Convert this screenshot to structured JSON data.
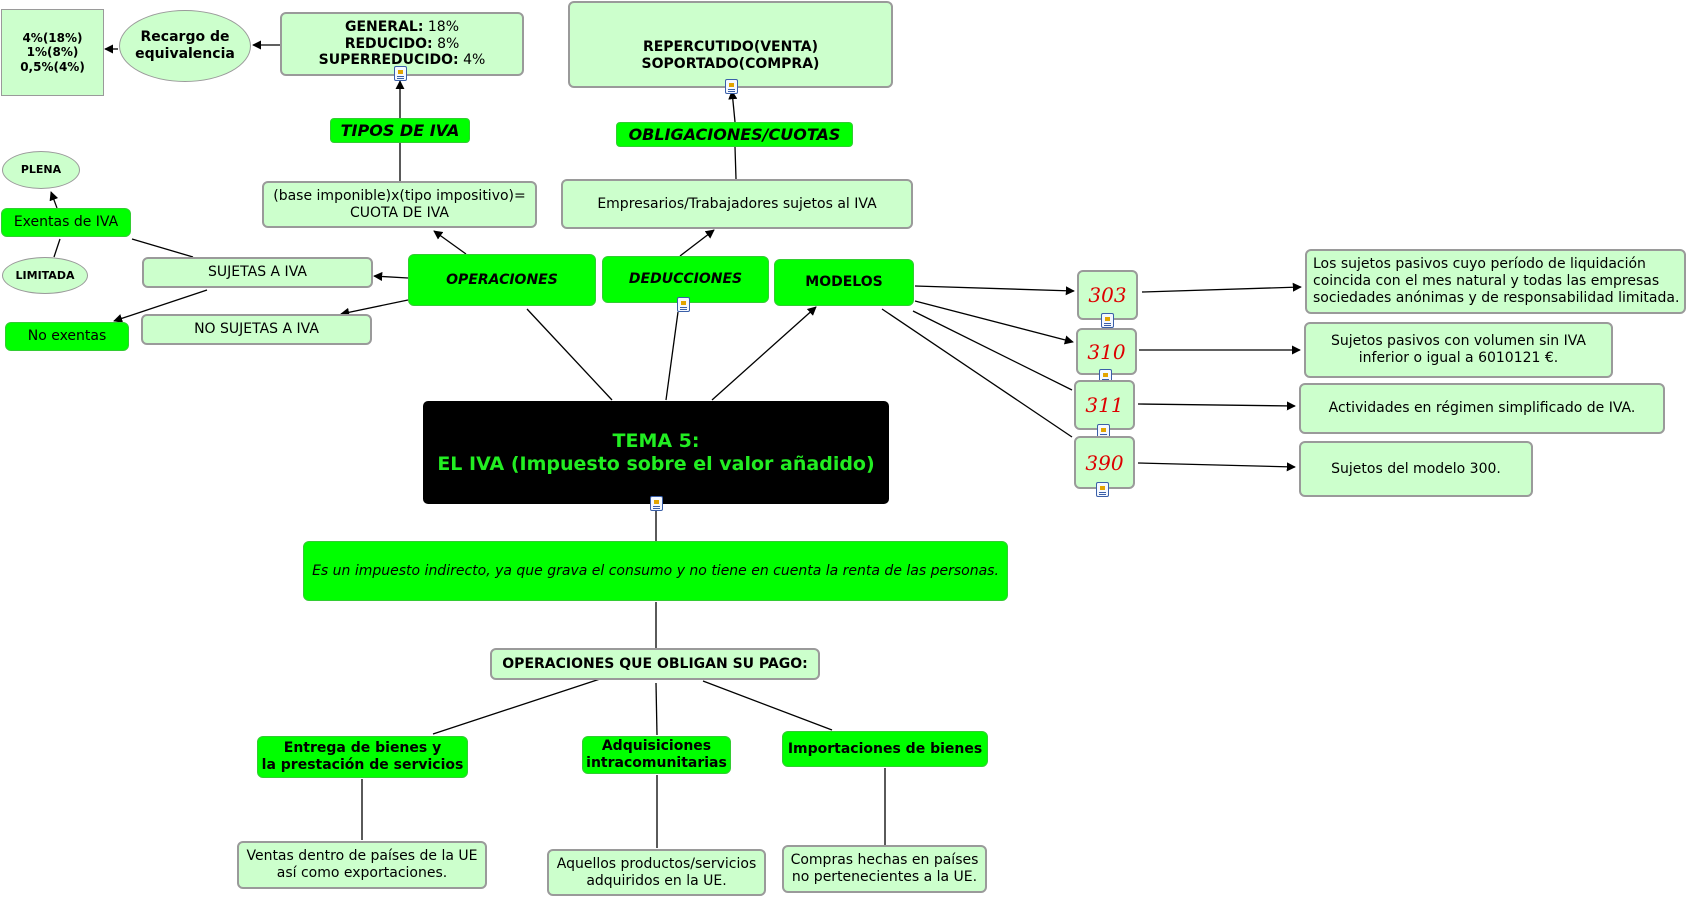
{
  "main": {
    "title_line1": "TEMA 5:",
    "title_line2": "EL IVA (Impuesto sobre el valor añadido)"
  },
  "definition": "Es un impuesto indirecto, ya que grava el consumo y no tiene en cuenta la renta de las personas.",
  "operaciones": {
    "label": "OPERACIONES",
    "sujetas": "SUJETAS A IVA",
    "no_sujetas": "NO SUJETAS A IVA",
    "exentas": "Exentas de IVA",
    "plena": "PLENA",
    "limitada": "LIMITADA",
    "no_exentas": "No exentas",
    "formula_line1": "(base imponible)x(tipo impositivo)=",
    "formula_line2": "CUOTA DE IVA",
    "tipos_link": "TIPOS DE IVA",
    "tipos": [
      {
        "name": "GENERAL:",
        "value": " 18%"
      },
      {
        "name": "REDUCIDO:",
        "value": " 8%"
      },
      {
        "name": "SUPERREDUCIDO:",
        "value": " 4%"
      }
    ],
    "recargo_line1": "Recargo de",
    "recargo_line2": "equivalencia",
    "recargo_values": [
      "4%(18%)",
      "1%(8%)",
      "0,5%(4%)"
    ]
  },
  "deducciones": {
    "label": "DEDUCCIONES",
    "sujetos": "Empresarios/Trabajadores sujetos al IVA",
    "link": "OBLIGACIONES/CUOTAS",
    "repercutido": "REPERCUTIDO(VENTA)",
    "soportado": "SOPORTADO(COMPRA)"
  },
  "modelos": {
    "label": "MODELOS",
    "items": [
      {
        "code": "303",
        "description_lines": [
          "Los sujetos pasivos cuyo período de liquidación",
          "coincida con el mes natural y todas las empresas",
          "sociedades anónimas y de responsabilidad limitada."
        ]
      },
      {
        "code": "310",
        "description_lines": [
          "Sujetos pasivos con volumen sin IVA",
          "inferior o igual a 6010121 €."
        ]
      },
      {
        "code": "311",
        "description_lines": [
          "Actividades en régimen simplificado de IVA."
        ]
      },
      {
        "code": "390",
        "description_lines": [
          "Sujetos del modelo 300."
        ]
      }
    ]
  },
  "pago": {
    "label": "OPERACIONES QUE OBLIGAN SU PAGO:",
    "entrega_line1": "Entrega de bienes y",
    "entrega_line2": "la prestación de servicios",
    "entrega_desc_line1": "Ventas dentro de países de la UE",
    "entrega_desc_line2": "así como exportaciones.",
    "adquisiciones_line1": "Adquisiciones",
    "adquisiciones_line2": "intracomunitarias",
    "adquisiciones_desc_line1": "Aquellos productos/servicios",
    "adquisiciones_desc_line2": "adquiridos en la UE.",
    "importaciones": "Importaciones de bienes",
    "importaciones_desc_line1": "Compras hechas en países",
    "importaciones_desc_line2": "no pertenecientes a la UE."
  }
}
